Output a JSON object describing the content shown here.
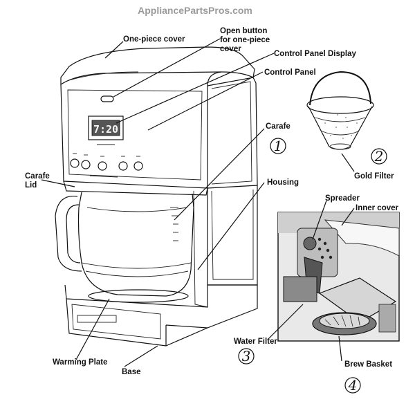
{
  "watermark": "AppliancePartsPros.com",
  "display_clock": "7:20",
  "labels": {
    "one_piece_cover": "One-piece cover",
    "open_button_1": "Open button",
    "open_button_2": "for one-piece",
    "open_button_3": "cover",
    "control_panel_display": "Control Panel Display",
    "control_panel": "Control Panel",
    "carafe": "Carafe",
    "gold_filter": "Gold Filter",
    "carafe_lid_1": "Carafe",
    "carafe_lid_2": "Lid",
    "housing": "Housing",
    "spreader": "Spreader",
    "inner_cover": "Inner cover",
    "water_filter": "Water Filter",
    "brew_basket": "Brew Basket",
    "warming_plate": "Warming Plate",
    "base": "Base"
  },
  "figure_numbers": {
    "n1": "1",
    "n2": "2",
    "n3": "3",
    "n4": "4"
  }
}
